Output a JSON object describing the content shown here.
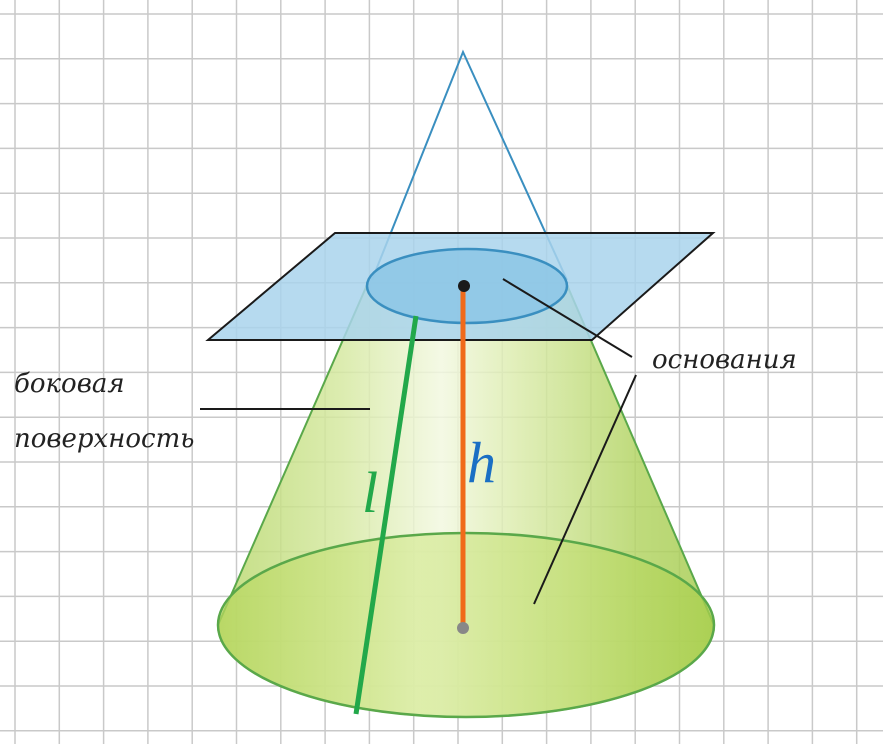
{
  "labels": {
    "lateral_surface_line1": "боковая",
    "lateral_surface_line2": "поверхность",
    "bases": "основания",
    "slant_height": "l",
    "height": "h"
  },
  "colors": {
    "grid": "#c9c9c9",
    "cone_fill": "#c8e08a",
    "cone_stroke": "#5aa84a",
    "plane_fill": "#a9d3ec",
    "plane_stroke": "#1a1a1a",
    "apex_outline": "#3a8fc0",
    "slant_line": "#22a84a",
    "height_line": "#f06a1a",
    "height_letter": "#1a6fc4",
    "slant_letter": "#22a84a",
    "leader": "#1a1a1a"
  }
}
